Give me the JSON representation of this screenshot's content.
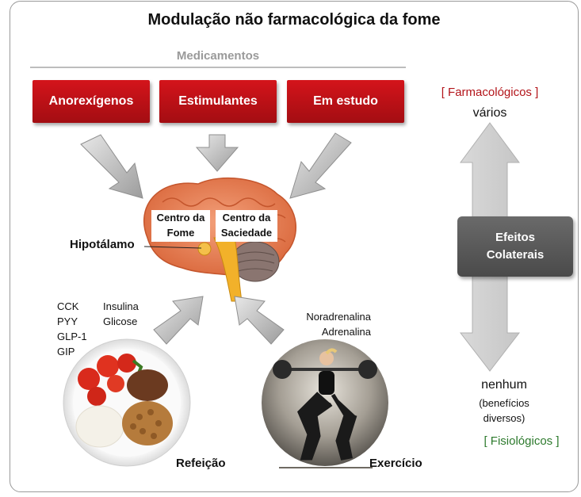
{
  "title": "Modulação não farmacológica da fome",
  "medications": {
    "label": "Medicamentos",
    "items": [
      "Anorexígenos",
      "Estimulantes",
      "Em estudo"
    ]
  },
  "brain": {
    "hunger_center": [
      "Centro da",
      "Fome"
    ],
    "satiety_center": [
      "Centro da",
      "Saciedade"
    ],
    "hypothalamus_label": "Hipotálamo"
  },
  "meal": {
    "hormones_col1": [
      "CCK",
      "PYY",
      "GLP-1",
      "GIP"
    ],
    "hormones_col2": [
      "Insulina",
      "Glicose"
    ],
    "label": "Refeição"
  },
  "exercise": {
    "hormones": [
      "Noradrenalina",
      "Adrenalina"
    ],
    "label": "Exercício"
  },
  "side_effects": {
    "top_category": "[ Farmacológicos ]",
    "top_level": "vários",
    "box_line1": "Efeitos",
    "box_line2": "Colaterais",
    "bottom_level": "nenhum",
    "bottom_note_line1": "(benefícios",
    "bottom_note_line2": "diversos)",
    "bottom_category": "[ Fisiológicos ]"
  },
  "colors": {
    "drug_box": "#c3121a",
    "arrow_gray": "#b9b9b9",
    "side_effects_box": "#5a5a5a",
    "pharmacological": "#b3141a",
    "physiological": "#2d7a2d"
  }
}
